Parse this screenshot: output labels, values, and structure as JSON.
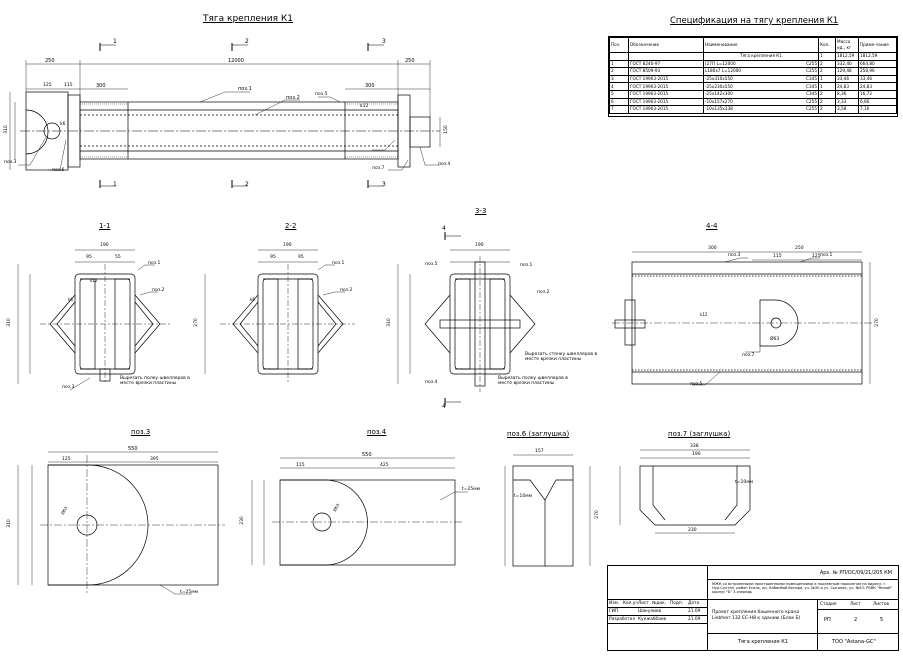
{
  "titles": {
    "main": "Тяга крепления К1",
    "spec": "Спецификация на тягу крепления К1",
    "s11": "1-1",
    "s22": "2-2",
    "s33": "3-3",
    "s44": "4-4",
    "poz3": "поз.3",
    "poz4": "поз.4",
    "poz6": "поз.6 (заглушка)",
    "poz7": "поз.7 (заглушка)"
  },
  "spec": {
    "headers": [
      "Поз.",
      "Обозначение",
      "Наименование",
      "Кол.",
      "Масса ед., кг",
      "Приме-чание"
    ],
    "group_row": {
      "name": "Тяга крепления К1",
      "qty": "1",
      "mass": "1812,59",
      "note": "1812,59"
    },
    "rows": [
      {
        "pos": "1",
        "code": "ГОСТ 8240-97",
        "name": "[27П",
        "dim": "L=12000",
        "steel": "С255",
        "qty": "2",
        "mass": "332,40",
        "note": "664,80"
      },
      {
        "pos": "2",
        "code": "ГОСТ 8509-93",
        "name": "L180х7",
        "dim": "L=12000",
        "steel": "С255",
        "qty": "2",
        "mass": "129,48",
        "note": "258,96"
      },
      {
        "pos": "3",
        "code": "ГОСТ 19903-2015",
        "name": "-25х310х550",
        "dim": "",
        "steel": "С345",
        "qty": "1",
        "mass": "33,46",
        "note": "33,46"
      },
      {
        "pos": "4",
        "code": "ГОСТ 19903-2015",
        "name": "-25х230х550",
        "dim": "",
        "steel": "С345",
        "qty": "1",
        "mass": "24,83",
        "note": "24,83"
      },
      {
        "pos": "5",
        "code": "ГОСТ 19903-2015",
        "name": "-25х142х300",
        "dim": "",
        "steel": "С345",
        "qty": "2",
        "mass": "8,36",
        "note": "16,72"
      },
      {
        "pos": "6",
        "code": "ГОСТ 19903-2015",
        "name": "-10х157х270",
        "dim": "",
        "steel": "С255",
        "qty": "2",
        "mass": "3,33",
        "note": "6,66"
      },
      {
        "pos": "7",
        "code": "ГОСТ 19903-2015",
        "name": "-10х135х338",
        "dim": "",
        "steel": "С255",
        "qty": "2",
        "mass": "3,58",
        "note": "7,16"
      }
    ]
  },
  "stamp": {
    "doc_number": "Арх. № РП/ОС/09/21/205 КМ",
    "project_desc": "МЖК со встроенными пристроенными помещениями и подземным паркингом по адресу: г. Нур-Султан, район Есиль, пр. Кабанбай батыра, уч. №30 и уч. Сыганак, уч. №5/1 РБВК \"Нилай\" корпус \"Б\" 3 очередь",
    "object": "Проект крепления башенного крана Liebherr 132 ЕС-Н8 к зданию (Блок Б)",
    "sheet_name": "Тяга крепления К1",
    "company": "ТОО \"Astana-GC\"",
    "col_headers": [
      "Изм.",
      "Кол.уч",
      "Лист",
      "№док.",
      "Подп.",
      "Дата"
    ],
    "roles": [
      {
        "role": "ГИП",
        "name": "Шакулиев",
        "date": "21.09"
      },
      {
        "role": "Разработал",
        "name": "Кунжаббаев",
        "date": "21.09"
      }
    ],
    "stage_headers": [
      "Стадия",
      "Лист",
      "Листов"
    ],
    "stage": "РП",
    "sheet": "2",
    "sheets": "5"
  },
  "dims": {
    "total_length": "12000",
    "end_left": "250",
    "end_right": "250",
    "d300": "300",
    "d125": "125",
    "d115": "115",
    "d95": "95",
    "d55": "55",
    "d190": "190",
    "d310": "310",
    "d270": "270",
    "d230": "230",
    "d550": "550",
    "d395": "395",
    "d425": "425",
    "d157": "157",
    "d338": "338",
    "d150": "150",
    "weld_k12": "k12",
    "weld_k6": "k6",
    "hole": "Ø63",
    "plate25": "t=25мм",
    "plate10": "t=10мм",
    "note_cut1": "Вырезать полку швеллеров в месте врезки пластины",
    "note_cut2": "Вырезать стенку швеллеров в месте врезки пластины",
    "cut_labels": [
      "1",
      "2",
      "3",
      "4"
    ],
    "pos_labels": [
      "поз.1",
      "поз.2",
      "поз.3",
      "поз.4",
      "поз.5",
      "поз.6",
      "поз.7"
    ]
  }
}
